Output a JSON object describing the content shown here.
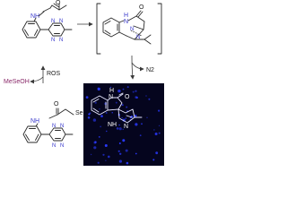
{
  "labels": {
    "oxidant": "MeSeOH",
    "condition": "ROS",
    "byproduct": "N2",
    "byproduct_sub": "2",
    "selenium_group": "SeMe"
  },
  "atoms": {
    "O": "O",
    "N": "N",
    "NH": "NH",
    "H": "H",
    "N_alt": "N"
  },
  "colors": {
    "ring_nitrogen": "#3a3acc",
    "oxidant_text": "#8a2a6a",
    "fluorescence_bg": "#05051e",
    "fluorescence_dots": "#2a3aff"
  }
}
